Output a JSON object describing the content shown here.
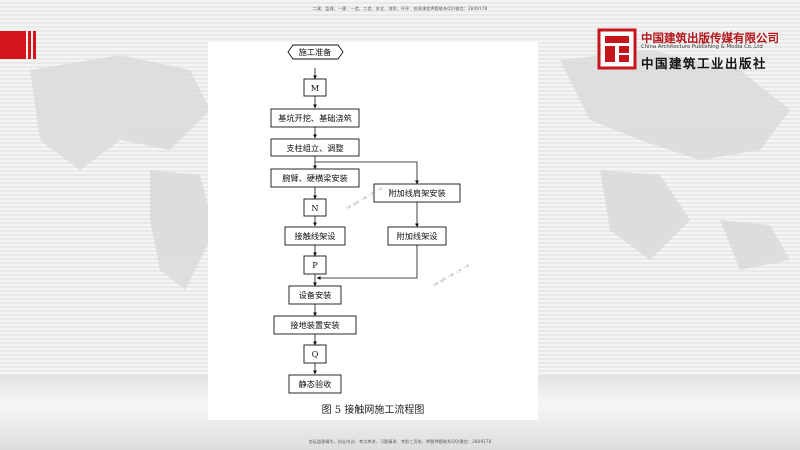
{
  "header_note": "二建、监理、一建、一造、二造、安全、消防、环评、检测课程押题联系QQ/微信：2849178",
  "footer_note": "包括监理精华、执业内训、考点串讲、习题精讲、考前三页纸、押题押题联系QQ/微信：2849178",
  "logo": {
    "cn": "中国建筑出版传媒有限公司",
    "en": "China Architecture Publishing & Media Co.,Ltd",
    "cn_calligraphy": "中国建筑工业出版社"
  },
  "flowchart": {
    "nodes": {
      "start": "施工准备",
      "m": "M",
      "foundation": "基坑开挖、基础浇筑",
      "pillar": "支柱组立、调整",
      "cantilever": "腕臂、硬横梁安装",
      "aux_shoulder": "附加线肩架安装",
      "n": "N",
      "contact_line": "接触线架设",
      "aux_line": "附加线架设",
      "p": "P",
      "equipment": "设备安装",
      "grounding": "接地装置安装",
      "q": "Q",
      "acceptance": "静态验收"
    },
    "caption": "图 5   接触网施工流程图",
    "watermark_1": "二建、监理、一建、二造、一造",
    "watermark_2": "二建、监理、一建、二造、一造"
  },
  "colors": {
    "brand_red": "#b3171b",
    "line": "#111111"
  }
}
